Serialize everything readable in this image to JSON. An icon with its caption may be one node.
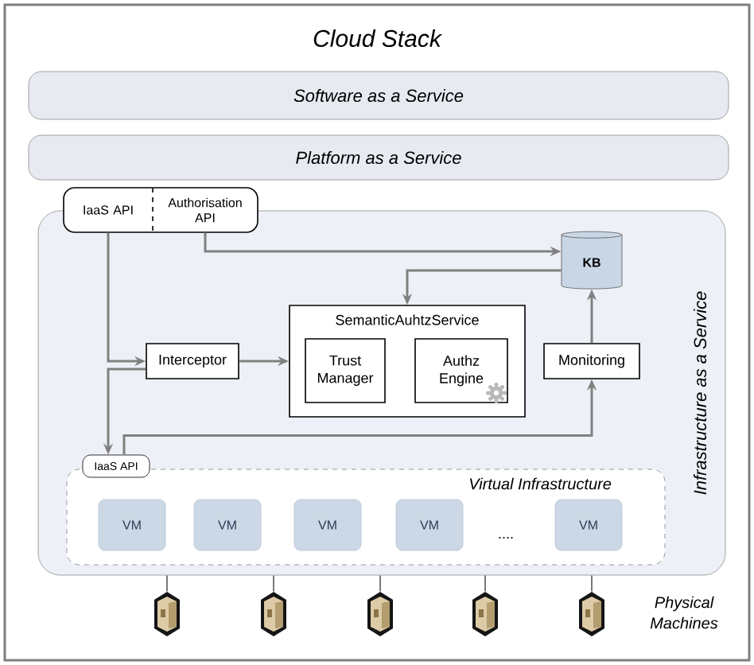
{
  "diagram": {
    "title": "Cloud Stack",
    "nodes": [
      {
        "text": [
          "Software as a Service"
        ]
      },
      {
        "text": [
          "Platform as a Service"
        ]
      },
      {
        "text": [
          "Infrastructure as a Service"
        ]
      },
      {
        "text": [
          "IaaS API"
        ]
      },
      {
        "text": [
          "Authorisation API"
        ]
      },
      {
        "text": [
          "KB"
        ],
        "in": 2
      },
      {
        "text": [
          "SemanticAuhtzService"
        ],
        "in": 2
      },
      {
        "text": [
          "Trust Manager"
        ],
        "in": 6
      },
      {
        "text": [
          "Authz Engine"
        ],
        "in": 6
      },
      {
        "text": [
          "Interceptor"
        ],
        "in": 2
      },
      {
        "text": [
          "Monitoring"
        ],
        "in": 2
      },
      {
        "text": [
          "IaaS API"
        ],
        "in": 2
      },
      {
        "text": [
          "Virtual Infrastructure"
        ],
        "in": 2
      },
      {
        "text": [
          "VM"
        ],
        "in": 12
      },
      {
        "text": [
          "VM"
        ],
        "in": 12
      },
      {
        "text": [
          "VM"
        ],
        "in": 12
      },
      {
        "text": [
          "VM"
        ],
        "in": 12
      },
      {
        "text": [
          "VM"
        ],
        "in": 12
      },
      {
        "text": [],
        "shape": "server"
      },
      {
        "text": [],
        "shape": "server"
      },
      {
        "text": [],
        "shape": "server"
      },
      {
        "text": [],
        "shape": "server"
      },
      {
        "text": [],
        "shape": "server"
      }
    ],
    "edges": [
      {
        "from": 3,
        "to": 9,
        "arrow": "to"
      },
      {
        "from": 4,
        "to": 5,
        "arrow": "to"
      },
      {
        "from": 5,
        "to": 6,
        "arrow": "to"
      },
      {
        "from": 9,
        "to": 6,
        "arrow": "to"
      },
      {
        "from": 10,
        "to": 5,
        "arrow": "to"
      },
      {
        "from": 9,
        "to": 11,
        "arrow": "to"
      },
      {
        "from": 11,
        "to": 10,
        "arrow": "to"
      },
      {
        "from": 2,
        "to": 18,
        "arrow": "none",
        "color": "#404040"
      },
      {
        "from": 2,
        "to": 19,
        "arrow": "none",
        "color": "#404040"
      },
      {
        "from": 2,
        "to": 20,
        "arrow": "none",
        "color": "#404040"
      },
      {
        "from": 2,
        "to": 21,
        "arrow": "none",
        "color": "#404040"
      },
      {
        "from": 2,
        "to": 22,
        "arrow": "none",
        "color": "#404040"
      }
    ],
    "labels": [
      "....",
      "Physical Machines"
    ]
  }
}
